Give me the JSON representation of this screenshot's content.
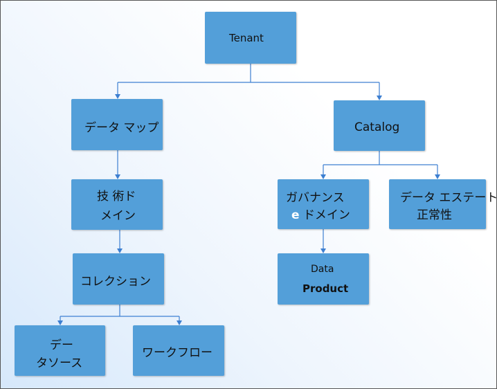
{
  "nodes": {
    "tenant": "Tenant",
    "data_map": "データ マップ",
    "catalog": "Catalog",
    "tech_domain_l1": "技 術ド",
    "tech_domain_l2": "メイン",
    "governance_l1": "ガバナンス",
    "governance_l2_prefix": "e",
    "governance_l2": "ドメイン",
    "estate_health_l1": "データ エステート",
    "estate_health_l2": "正常性",
    "collection": "コレクション",
    "data_product_l1": "Data",
    "data_product_l2": "Product",
    "data_source_l1": "デー",
    "data_source_l2": "タソース",
    "workflow": "ワークフロー"
  },
  "colors": {
    "node_fill": "#539fd9",
    "connector": "#3d7fd1"
  }
}
